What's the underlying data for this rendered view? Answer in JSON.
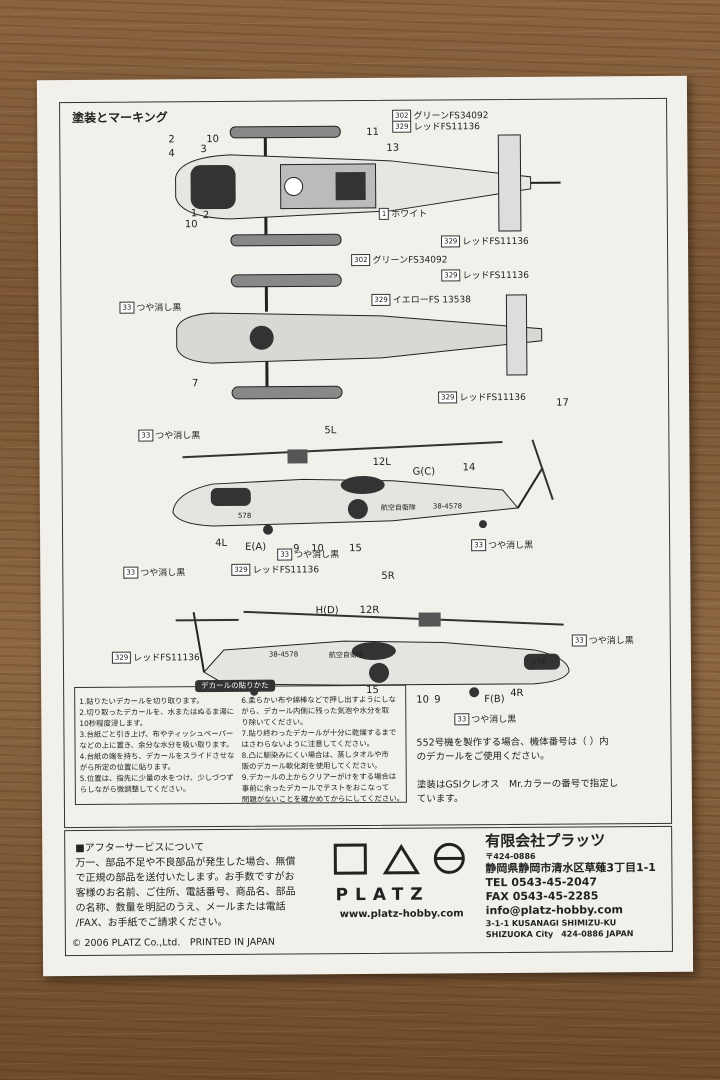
{
  "sheet": {
    "section_title": "塗装とマーキング",
    "color_callouts": [
      {
        "code": "302",
        "label": "グリーンFS34092"
      },
      {
        "code": "329",
        "label": "レッドFS11136"
      },
      {
        "code": "1",
        "label": "ホワイト"
      },
      {
        "code": "329",
        "label": "レッドFS11136"
      },
      {
        "code": "302",
        "label": "グリーンFS34092"
      },
      {
        "code": "329",
        "label": "レッドFS11136"
      },
      {
        "code": "33",
        "label": "つや消し黒"
      },
      {
        "code": "329",
        "label": "イエローFS 13538"
      },
      {
        "code": "329",
        "label": "レッドFS11136"
      },
      {
        "code": "33",
        "label": "つや消し黒"
      },
      {
        "code": "33",
        "label": "つや消し黒"
      },
      {
        "code": "33",
        "label": "つや消し黒"
      },
      {
        "code": "33",
        "label": "つや消し黒"
      },
      {
        "code": "329",
        "label": "レッドFS11136"
      },
      {
        "code": "329",
        "label": "レッドFS11136"
      },
      {
        "code": "33",
        "label": "つや消し黒"
      },
      {
        "code": "33",
        "label": "つや消し黒"
      }
    ],
    "part_numbers": [
      "2",
      "10",
      "3",
      "4",
      "11",
      "13",
      "1",
      "2",
      "10",
      "7",
      "5L",
      "12L",
      "G(C)",
      "14",
      "17",
      "4L",
      "E(A)",
      "9",
      "10",
      "15",
      "5R",
      "H(D)",
      "12R",
      "15",
      "10",
      "9",
      "F(B)",
      "4R"
    ],
    "fuselage_text": {
      "left_id": "578",
      "left_jsdf": "航空自衛隊",
      "left_serial": "38-4578",
      "right_id": "578",
      "right_jsdf": "航空自衛隊",
      "right_serial": "38-4578"
    },
    "instructions": {
      "title": "デカールの貼りかた",
      "col1": "1.貼りたいデカールを切り取ります。\n2.切り取ったデカールを、水またはぬるま湯に\n   10秒程度浸します。\n3.台紙ごと引き上げ、布やティッシュペーパー\n   などの上に置き、余分な水分を吸い取ります。\n4.台紙の端を持ち、デカールをスライドさせな\n   がら所定の位置に貼ります。\n5.位置は、指先に少量の水をつけ、少しづつず\n   らしながら微調整してください。",
      "col2": "6.柔らかい布や綿棒などで押し出すようにしな\n   がら、デカール内側に残った気泡や水分を取\n   り除いてください。\n7.貼り終わったデカールが十分に乾燥するまで\n   はさわらないように注意してください。\n8.凸に馴染みにくい場合は、蒸しタオルや市\n   販のデカール軟化剤を使用してください。\n9.デカールの上からクリアーがけをする場合は\n   事前に余ったデカールでテストをおこなって\n   問題がないことを確かめてからにしてください。"
    },
    "note_1": "552号機を製作する場合、機体番号は（  ）内\nのデカールをご使用ください。",
    "note_2": "塗装はGSIクレオス　Mr.カラーの番号で指定し\nています。"
  },
  "footer": {
    "after_service": "■アフターサービスについて\n万一、部品不足や不良部品が発生した場合、無償\nで正規の部品を送付いたします。お手数ですがお\n客様のお名前、ご住所、電話番号、商品名、部品\nの名称、数量を明記のうえ、メールまたは電話\n/FAX、お手紙でご請求ください。",
    "copyright": "© 2006 PLATZ Co.,Ltd.　PRINTED IN JAPAN",
    "brand": "PLATZ",
    "website": "www.platz-hobby.com",
    "company_name": "有限会社プラッツ",
    "postal": "〒424-0886",
    "address_jp": "静岡県静岡市清水区草薙3丁目1-1",
    "tel": "TEL 0543-45-2047",
    "fax": "FAX 0543-45-2285",
    "email": "info@platz-hobby.com",
    "address_en_1": "3-1-1 KUSANAGI SHIMIZU-KU",
    "address_en_2": "SHIZUOKA City　424-0886 JAPAN"
  }
}
